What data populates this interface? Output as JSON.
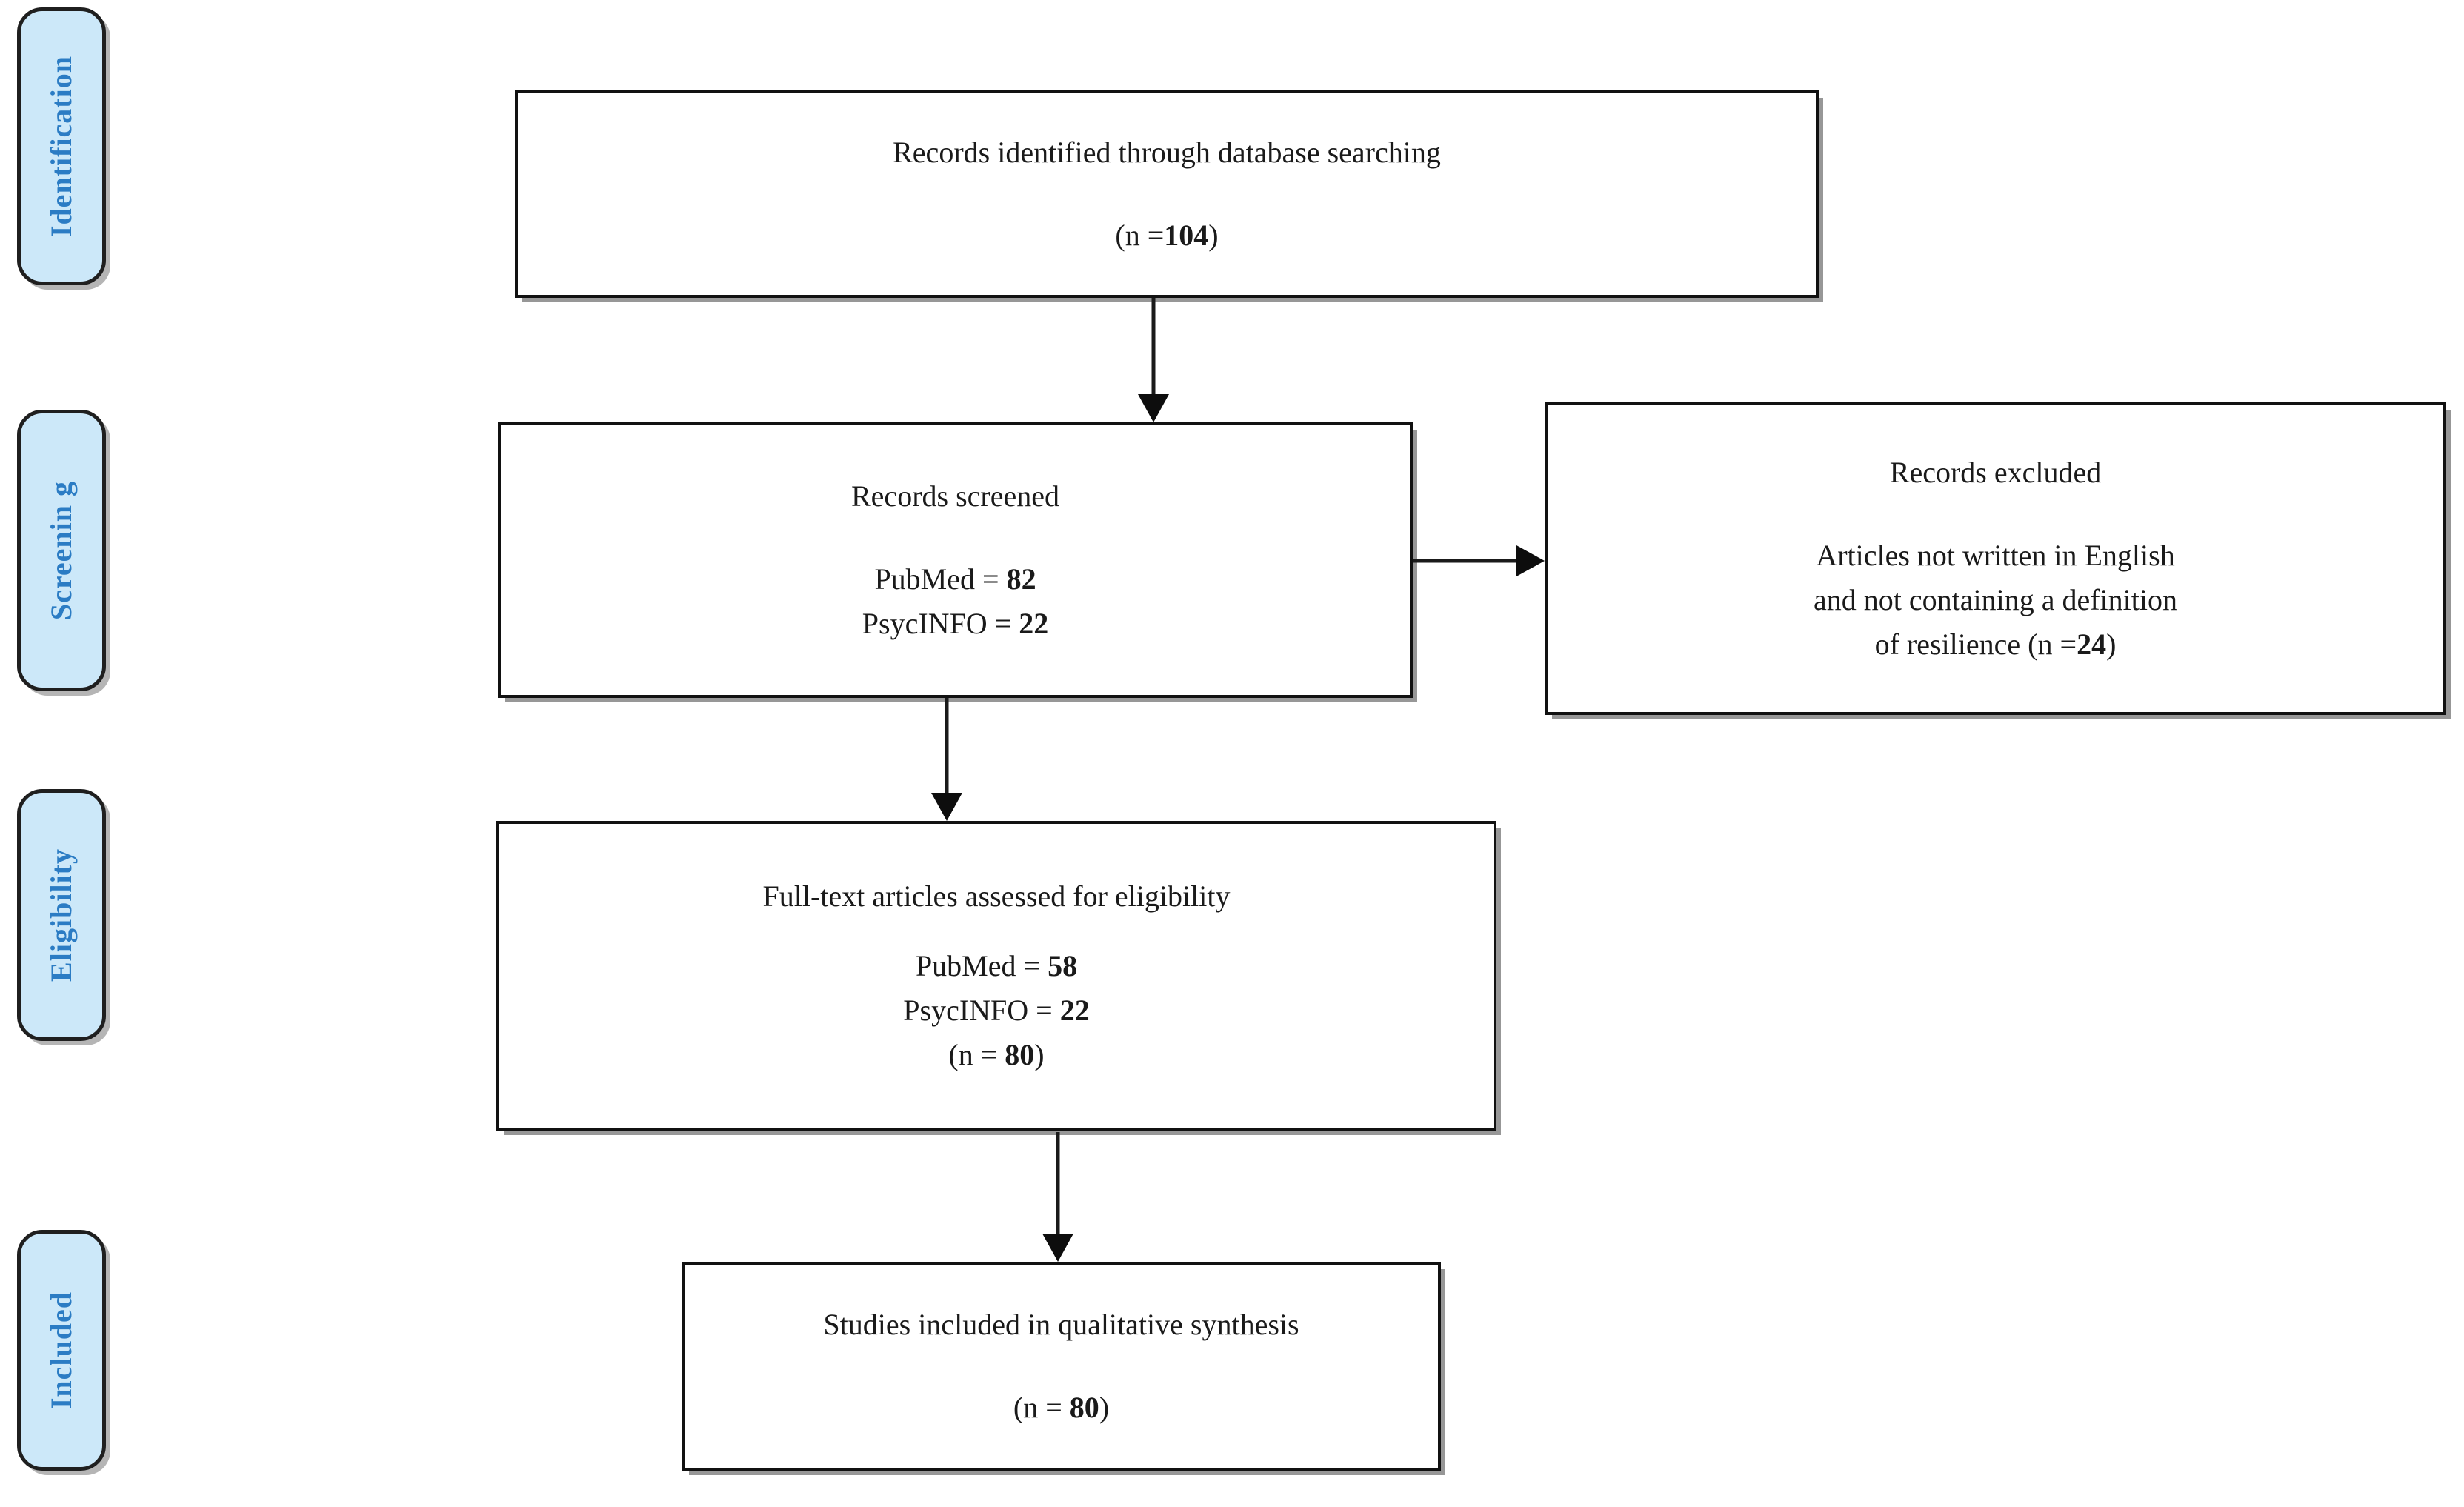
{
  "diagram": {
    "type": "prisma-flow-diagram",
    "accent_blue": "#2b7cc4",
    "pill_fill": "#cce8f9",
    "border_color": "#111111"
  },
  "stages": [
    {
      "id": "identification",
      "label": "Identification"
    },
    {
      "id": "screening",
      "label": "Screenin g"
    },
    {
      "id": "eligibility",
      "label": "Eligibility"
    },
    {
      "id": "included",
      "label": "Included"
    }
  ],
  "boxes": {
    "identified": {
      "title": "Records identified through database searching",
      "count_line_prefix": "(n =",
      "count_value": "104",
      "count_line_suffix": ")"
    },
    "screened": {
      "title": "Records screened",
      "source1_label": "PubMed = ",
      "source1_value": "82",
      "source2_label": "PsycINFO = ",
      "source2_value": "22"
    },
    "excluded": {
      "title": "Records excluded",
      "reason_line1": "Articles not written in English",
      "reason_line2": "and not containing a definition",
      "reason_line3_prefix": "of resilience (n =",
      "reason_line3_value": "24",
      "reason_line3_suffix": ")"
    },
    "eligibility": {
      "title": "Full-text articles assessed for eligibility",
      "source1_label": "PubMed = ",
      "source1_value": "58",
      "source2_label": "PsycINFO = ",
      "source2_value": "22",
      "total_prefix": "(n = ",
      "total_value": "80",
      "total_suffix": ")"
    },
    "included": {
      "title": "Studies included in qualitative synthesis",
      "total_prefix": "(n = ",
      "total_value": "80",
      "total_suffix": ")"
    }
  },
  "flow_data": {
    "records_identified": 104,
    "records_screened_pubmed": 82,
    "records_screened_psycinfo": 22,
    "records_excluded": 24,
    "fulltext_pubmed": 58,
    "fulltext_psycinfo": 22,
    "fulltext_total": 80,
    "studies_included": 80
  }
}
